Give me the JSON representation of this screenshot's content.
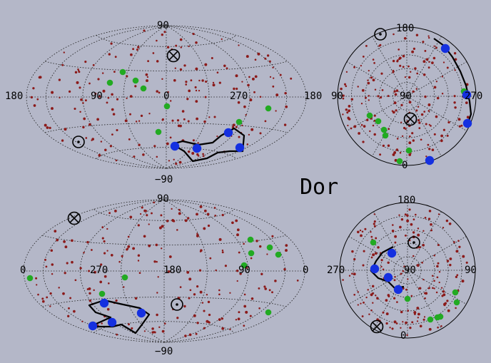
{
  "title": "Dor",
  "colors": {
    "background": "#b4b7c8",
    "star": "#8b1a1a",
    "green": "#22aa22",
    "blue": "#1530e0",
    "line": "#000000"
  },
  "icons": {
    "sun": "sun-icon (circled dot)",
    "antisun": "anti-sun-icon (circled x)"
  },
  "panels": [
    {
      "id": "top-left",
      "kind": "hammer",
      "labels": {
        "top": "90",
        "bottom": "−90",
        "left": "180",
        "right": "180",
        "ticks": [
          "90",
          "0",
          "270"
        ]
      },
      "constellation": [
        [
          245,
          205
        ],
        [
          276,
          208
        ],
        [
          320,
          186
        ],
        [
          336,
          207
        ]
      ],
      "outline": [
        [
          241,
          202
        ],
        [
          258,
          212
        ],
        [
          270,
          226
        ],
        [
          290,
          222
        ],
        [
          305,
          214
        ],
        [
          322,
          212
        ],
        [
          340,
          212
        ],
        [
          342,
          190
        ],
        [
          328,
          180
        ],
        [
          310,
          190
        ],
        [
          298,
          200
        ],
        [
          278,
          203
        ],
        [
          256,
          198
        ]
      ],
      "green": [
        [
          172,
          101
        ],
        [
          154,
          116
        ],
        [
          190,
          113
        ],
        [
          201,
          124
        ],
        [
          234,
          149
        ],
        [
          222,
          185
        ],
        [
          376,
          152
        ],
        [
          335,
          171
        ]
      ],
      "sun": [
        110,
        199
      ],
      "antisun": [
        243,
        78
      ]
    },
    {
      "id": "top-right",
      "kind": "polar",
      "labels": {
        "top": "180",
        "bottom": "0",
        "left": "90",
        "right": "270",
        "center": "90"
      },
      "constellation": [
        [
          624,
          68
        ],
        [
          654,
          133
        ],
        [
          655,
          173
        ],
        [
          602,
          225
        ]
      ],
      "outline": [
        [
          608,
          54
        ],
        [
          622,
          64
        ],
        [
          634,
          80
        ],
        [
          645,
          100
        ],
        [
          653,
          120
        ],
        [
          658,
          142
        ],
        [
          660,
          160
        ],
        [
          656,
          172
        ]
      ],
      "green": [
        [
          650,
          128
        ],
        [
          518,
          162
        ],
        [
          530,
          170
        ],
        [
          538,
          182
        ],
        [
          540,
          190
        ],
        [
          573,
          211
        ],
        [
          560,
          226
        ]
      ],
      "sun": [
        533,
        48
      ],
      "antisun": [
        575,
        167
      ]
    },
    {
      "id": "bottom-left",
      "kind": "hammer",
      "labels": {
        "top": "90",
        "bottom": "−90",
        "left": "0",
        "right": "0",
        "ticks": [
          "270",
          "180",
          "90"
        ]
      },
      "constellation": [
        [
          146,
          425
        ],
        [
          130,
          457
        ],
        [
          157,
          452
        ],
        [
          198,
          439
        ]
      ],
      "outline": [
        [
          125,
          428
        ],
        [
          146,
          421
        ],
        [
          168,
          426
        ],
        [
          196,
          432
        ],
        [
          209,
          441
        ],
        [
          199,
          455
        ],
        [
          190,
          467
        ],
        [
          170,
          455
        ],
        [
          158,
          458
        ],
        [
          126,
          458
        ],
        [
          155,
          445
        ],
        [
          134,
          438
        ]
      ],
      "green": [
        [
          42,
          390
        ],
        [
          175,
          389
        ],
        [
          143,
          412
        ],
        [
          376,
          438
        ],
        [
          351,
          336
        ],
        [
          352,
          355
        ],
        [
          378,
          347
        ],
        [
          390,
          357
        ],
        [
          342,
          372
        ]
      ],
      "sun": [
        248,
        427
      ],
      "antisun": [
        104,
        306
      ]
    },
    {
      "id": "bottom-right",
      "kind": "polar",
      "labels": {
        "top": "180",
        "bottom": "0",
        "left": "270",
        "right": "90",
        "center": "90"
      },
      "constellation": [
        [
          549,
          355
        ],
        [
          525,
          377
        ],
        [
          544,
          389
        ],
        [
          558,
          406
        ]
      ],
      "outline": [
        [
          551,
          346
        ],
        [
          536,
          354
        ],
        [
          527,
          366
        ],
        [
          520,
          380
        ],
        [
          530,
          390
        ],
        [
          544,
          395
        ],
        [
          553,
          404
        ],
        [
          566,
          402
        ]
      ],
      "green": [
        [
          523,
          340
        ],
        [
          571,
          419
        ],
        [
          638,
          410
        ],
        [
          640,
          424
        ],
        [
          613,
          445
        ],
        [
          603,
          448
        ],
        [
          617,
          444
        ]
      ],
      "sun": [
        580,
        340
      ],
      "antisun": [
        528,
        458
      ]
    }
  ]
}
